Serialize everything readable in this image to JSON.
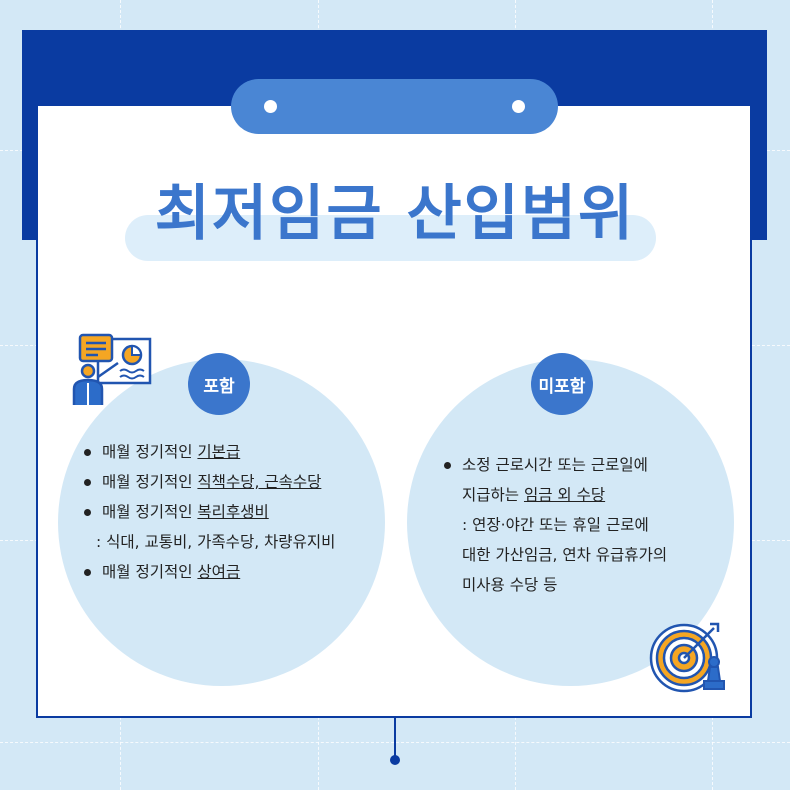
{
  "title": "최저임금 산입범위",
  "included": {
    "badge": "포함",
    "items": [
      {
        "prefix": "매월 정기적인 ",
        "link": "기본급"
      },
      {
        "prefix": "매월 정기적인 ",
        "link": "직책수당, 근속수당"
      },
      {
        "prefix": "매월 정기적인 ",
        "link": "복리후생비"
      },
      {
        "detail": ": 식대, 교통비, 가족수당, 차량유지비"
      },
      {
        "prefix": "매월 정기적인 ",
        "link": "상여금"
      }
    ]
  },
  "excluded": {
    "badge": "미포함",
    "line1": "소정 근로시간 또는 근로일에",
    "line2_prefix": "지급하는 ",
    "line2_link": "임금 외 수당",
    "line3": ": 연장·야간 또는 휴일 근로에",
    "line4": "대한 가산임금,  연차 유급휴가의",
    "line5": "미사용 수당 등"
  },
  "colors": {
    "navy": "#0a3ba1",
    "accent": "#3b76cc",
    "circle": "#d3e8f6",
    "icon_orange": "#f5a623"
  }
}
